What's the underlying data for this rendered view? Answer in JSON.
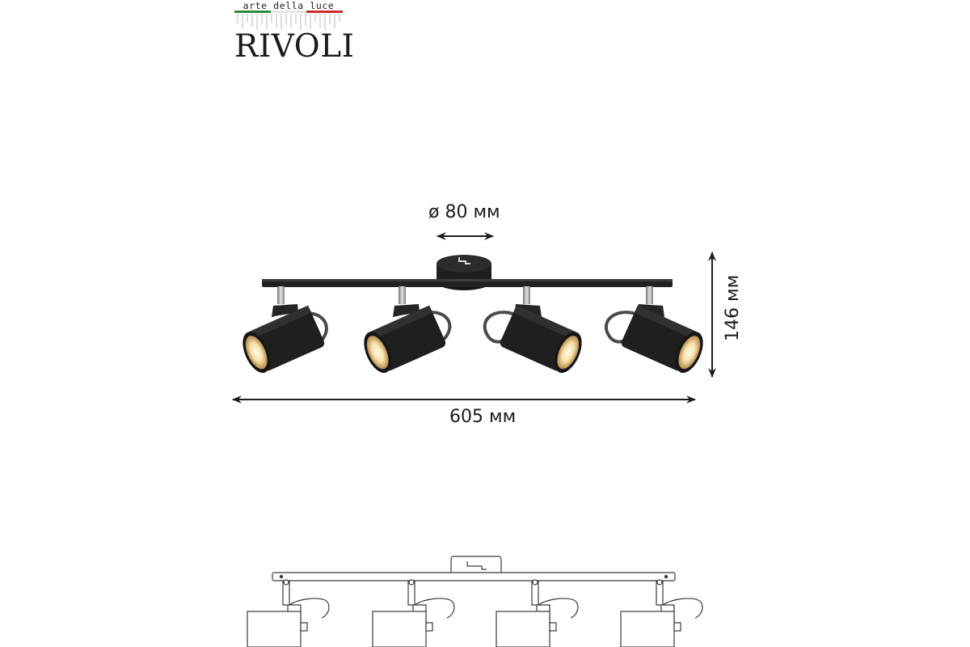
{
  "logo": {
    "tagline": "arte  della  luce",
    "brand": "RIVOLI",
    "flag_colors": [
      "#2e8b3c",
      "#ffffff",
      "#cc2a2a"
    ]
  },
  "dimensions": {
    "diameter": "ø 80 мм",
    "width": "605 мм",
    "height": "146 мм"
  },
  "colors": {
    "fixture": "#1e1e1e",
    "chrome": "#b9bcc0",
    "led": "#f2d9a6",
    "outline": "#3a3a3a"
  },
  "spot_count": 4
}
